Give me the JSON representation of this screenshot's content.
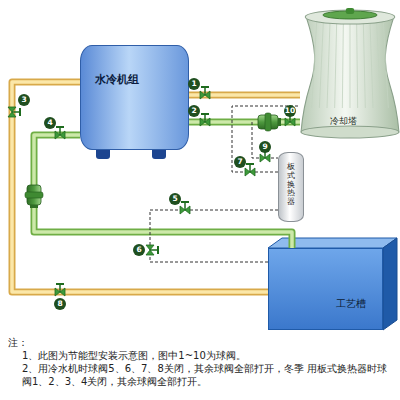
{
  "diagram": {
    "nodes": [
      {
        "text": [
          "水冷机组"
        ]
      },
      {
        "text": [
          "冷却塔"
        ]
      },
      {
        "text": [
          "板式换热器"
        ]
      },
      {
        "text": [
          "工艺槽"
        ]
      }
    ],
    "edges": [
      {
        "from": 0,
        "to": 1,
        "arrow": "none"
      },
      {
        "from": 0,
        "to": 1,
        "arrow": "none"
      },
      {
        "from": 0,
        "to": 3,
        "arrow": "none"
      },
      {
        "from": 0,
        "to": 3,
        "arrow": "none"
      },
      {
        "from": 2,
        "to": 1,
        "arrow": "none"
      },
      {
        "from": 2,
        "to": 3,
        "arrow": "none"
      }
    ],
    "labels": [
      "1",
      "2",
      "3",
      "4",
      "5",
      "6",
      "7",
      "8",
      "9",
      "10",
      "注：",
      "1、此图为节能型安装示意图，图中1~10为球阀。",
      "2、用冷水机时球阀5、6、7、8关闭，其余球阀全部打开，冬季 用板式换热器时球阀1、2、3、4关闭，其余球阀全部打开。"
    ]
  }
}
